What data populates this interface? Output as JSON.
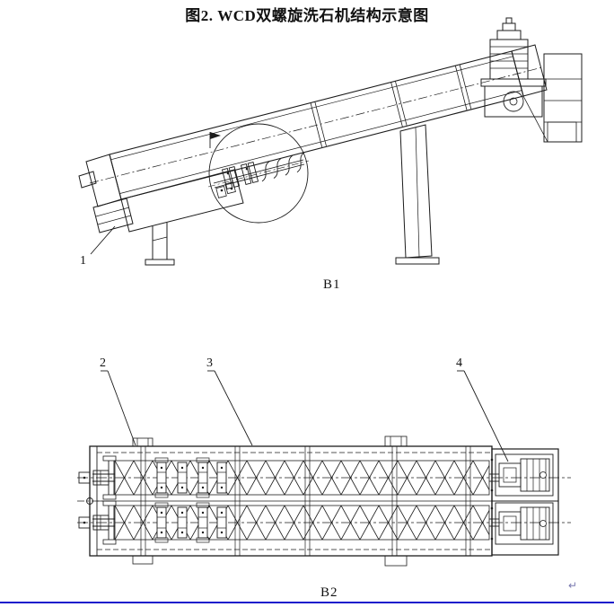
{
  "page": {
    "title": "图2.  WCD双螺旋洗石机结构示意图",
    "return_mark": "↵",
    "colors": {
      "line_ink": "#1c1c1c",
      "bottom_rule": "#1a1acc"
    }
  },
  "figure_b1": {
    "caption": "B1",
    "labels": {
      "part1": "1"
    }
  },
  "figure_b2": {
    "caption": "B2",
    "labels": {
      "part2": "2",
      "part3": "3",
      "part4": "4"
    }
  }
}
